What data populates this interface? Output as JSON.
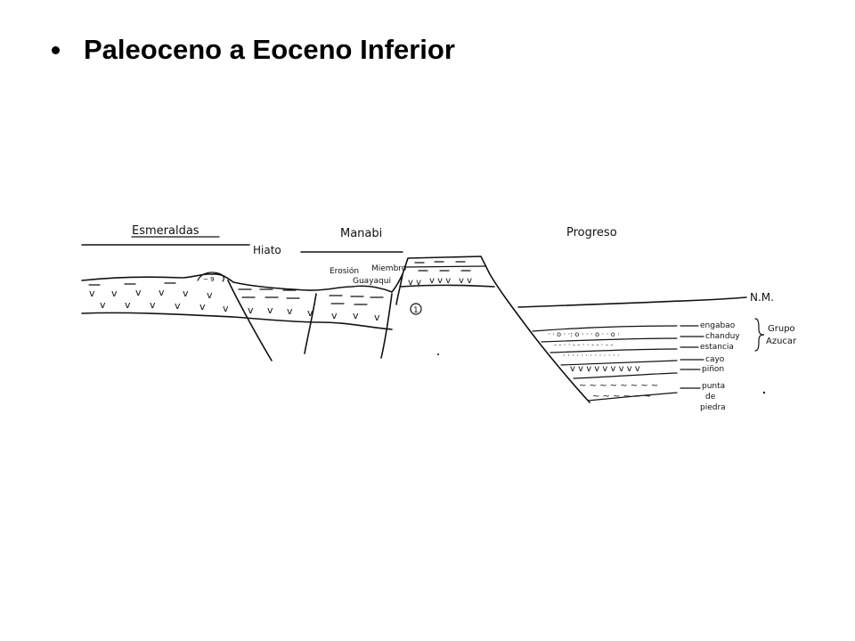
{
  "slide": {
    "title": "Paleoceno a Eoceno Inferior"
  },
  "diagram": {
    "regions": {
      "esmeraldas": "Esmeraldas",
      "manabi": "Manabi",
      "progreso": "Progreso"
    },
    "annotations": {
      "hiato": "Hiato",
      "erosion": "Erosión",
      "miembro": "Miembro",
      "guayaqui": "Guayaqui",
      "circle_number": "1",
      "nm": "N.M."
    },
    "formations": [
      "engabao",
      "chanduy",
      "estancia",
      "cayo",
      "piñon",
      "punta",
      "de",
      "piedra"
    ],
    "group_label": [
      "Grupo",
      "Azucar"
    ]
  }
}
